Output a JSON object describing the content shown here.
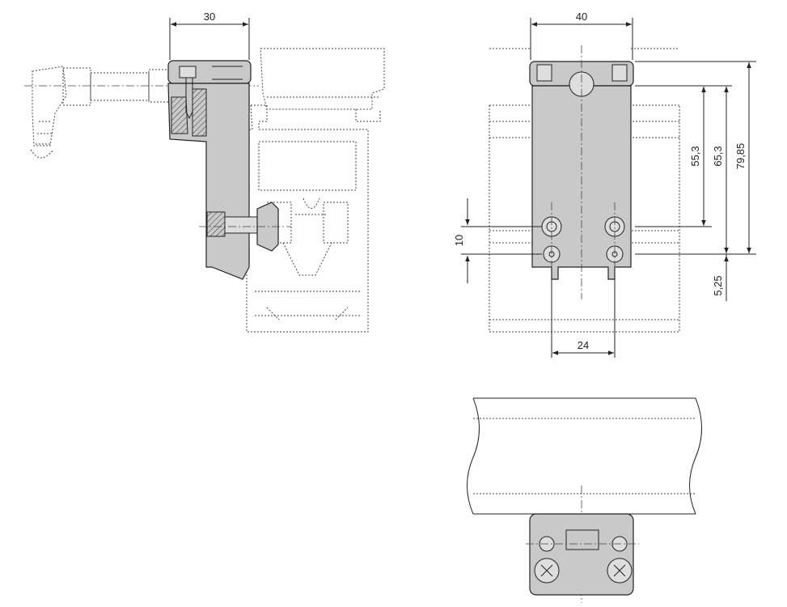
{
  "dimensions": {
    "side_width": "30",
    "front_width": "40",
    "d_55_3": "55,3",
    "d_65_3": "65,3",
    "d_79_85": "79,85",
    "d_5_25": "5,25",
    "d_10": "10",
    "d_24": "24"
  }
}
